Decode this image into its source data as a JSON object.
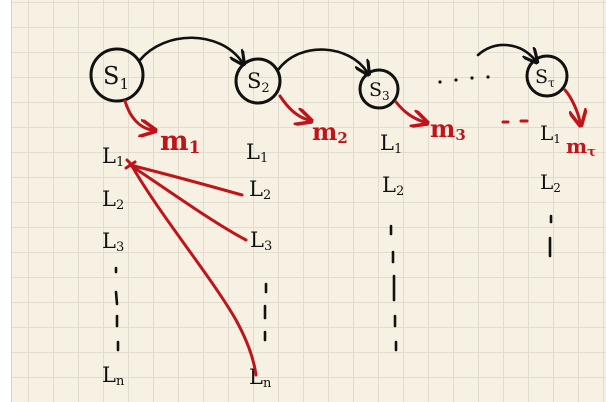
{
  "states": [
    {
      "label": "S",
      "sub": "1"
    },
    {
      "label": "S",
      "sub": "2"
    },
    {
      "label": "S",
      "sub": "3"
    },
    {
      "label": "S",
      "sub": "τ"
    }
  ],
  "emissions": [
    {
      "label": "m",
      "sub": "1"
    },
    {
      "label": "m",
      "sub": "2"
    },
    {
      "label": "m",
      "sub": "3"
    },
    {
      "label": "m",
      "sub": "τ"
    }
  ],
  "columns": [
    {
      "items": [
        {
          "label": "L",
          "sub": "1"
        },
        {
          "label": "L",
          "sub": "2"
        },
        {
          "label": "L",
          "sub": "3"
        },
        {
          "label": "L",
          "sub": "n"
        }
      ]
    },
    {
      "items": [
        {
          "label": "L",
          "sub": "1"
        },
        {
          "label": "L",
          "sub": "2"
        },
        {
          "label": "L",
          "sub": "3"
        },
        {
          "label": "L",
          "sub": "n"
        }
      ]
    },
    {
      "items": [
        {
          "label": "L",
          "sub": "1"
        },
        {
          "label": "L",
          "sub": "2"
        }
      ]
    },
    {
      "items": [
        {
          "label": "L",
          "sub": "1"
        },
        {
          "label": "L",
          "sub": "2"
        }
      ]
    }
  ],
  "colors": {
    "ink": "#111111",
    "accent": "#c0141b",
    "paper": "#f6f1e3",
    "grid": "#e0dccf"
  }
}
